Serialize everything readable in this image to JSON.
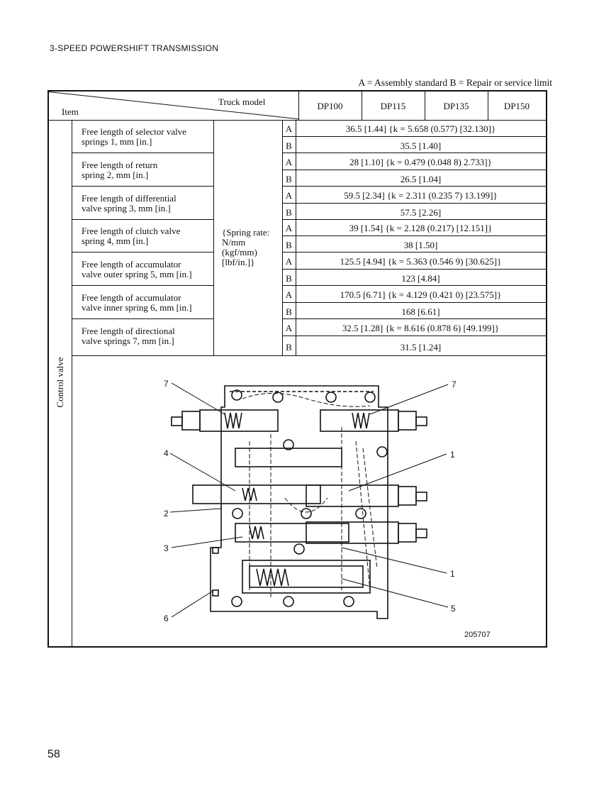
{
  "header": {
    "title": "3-SPEED POWERSHIFT TRANSMISSION"
  },
  "legend": {
    "text": "A = Assembly standard   B = Repair or service limit"
  },
  "table": {
    "corner_top": "Truck model",
    "corner_bottom": "Item",
    "models": [
      "DP100",
      "DP115",
      "DP135",
      "DP150"
    ],
    "group_label": "Control valve",
    "unit_label": [
      "{Spring rate:",
      "N/mm",
      "(kgf/mm)",
      "[lbf/in.]}"
    ],
    "rows": [
      {
        "item": [
          "Free length of selector valve",
          "springs 1, mm [in.]"
        ],
        "A": "36.5 [1.44] {k = 5.658 (0.577) [32.130]}",
        "B": "35.5 [1.40]"
      },
      {
        "item": [
          "Free length of return",
          "spring 2, mm [in.]"
        ],
        "A": "28 [1.10] {k = 0.479 (0.048 8) 2.733]}",
        "B": "26.5 [1.04]"
      },
      {
        "item": [
          "Free length of differential",
          "valve spring 3, mm [in.]"
        ],
        "A": "59.5 [2.34] {k = 2.311 (0.235 7) 13.199]}",
        "B": "57.5 [2.26]"
      },
      {
        "item": [
          "Free length of clutch valve",
          "spring 4, mm [in.]"
        ],
        "A": "39 [1.54] {k = 2.128 (0.217) [12.151]}",
        "B": "38 [1.50]"
      },
      {
        "item": [
          "Free length of accumulator",
          "valve outer spring 5, mm [in.]"
        ],
        "A": "125.5 [4.94] {k = 5.363 (0.546 9) [30.625]}",
        "B": "123 [4.84]"
      },
      {
        "item": [
          "Free length of accumulator",
          "valve inner spring 6, mm [in.]"
        ],
        "A": "170.5 [6.71] {k = 4.129 (0.421 0) [23.575]}",
        "B": "168 [6.61]"
      },
      {
        "item": [
          "Free length of directional",
          "valve springs 7, mm [in.]"
        ],
        "A": "32.5 [1.28] {k = 8.616 (0.878 6) [49.199]}",
        "B": "31.5 [1.24]"
      }
    ],
    "ab": {
      "a": "A",
      "b": "B"
    }
  },
  "figure": {
    "callouts": [
      "7",
      "7",
      "4",
      "1",
      "2",
      "3",
      "1",
      "5",
      "6"
    ],
    "code": "205707"
  },
  "page_number": "58"
}
